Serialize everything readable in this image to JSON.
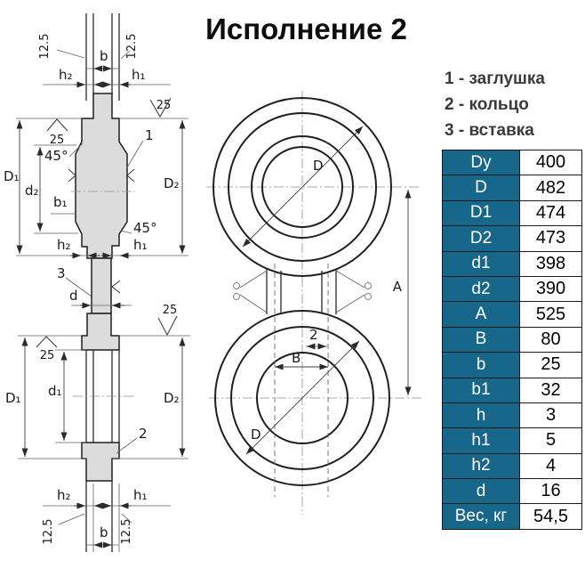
{
  "title": "Исполнение 2",
  "legend": {
    "items": [
      "1 - заглушка",
      "2 - кольцо",
      "3 - вставка"
    ]
  },
  "table": {
    "rows": [
      {
        "param": "Dy",
        "value": "400"
      },
      {
        "param": "D",
        "value": "482"
      },
      {
        "param": "D1",
        "value": "474"
      },
      {
        "param": "D2",
        "value": "473"
      },
      {
        "param": "d1",
        "value": "398"
      },
      {
        "param": "d2",
        "value": "390"
      },
      {
        "param": "A",
        "value": "525"
      },
      {
        "param": "B",
        "value": "80"
      },
      {
        "param": "b",
        "value": "25"
      },
      {
        "param": "b1",
        "value": "32"
      },
      {
        "param": "h",
        "value": "3"
      },
      {
        "param": "h1",
        "value": "5"
      },
      {
        "param": "h2",
        "value": "4"
      },
      {
        "param": "d",
        "value": "16"
      },
      {
        "param": "Вес, кг",
        "value": "54,5"
      }
    ]
  },
  "section": {
    "rough_125": "12.5",
    "rough_25": "25",
    "angle_45": "45°",
    "dim_b": "b",
    "dim_b1": "b₁",
    "dim_d": "d",
    "dim_d1": "d₁",
    "dim_d2": "d₂",
    "dim_D1": "D₁",
    "dim_D2": "D₂",
    "dim_h1": "h₁",
    "dim_h2": "h₂",
    "callout_1": "1",
    "callout_2": "2",
    "callout_3": "3"
  },
  "front": {
    "dim_D": "D",
    "dim_A": "A",
    "dim_B": "B",
    "callout_2": "2"
  },
  "colors": {
    "table_header_bg": "#17678A",
    "drawing_fill": "#DCDCDC",
    "line": "#1F1F1F"
  }
}
